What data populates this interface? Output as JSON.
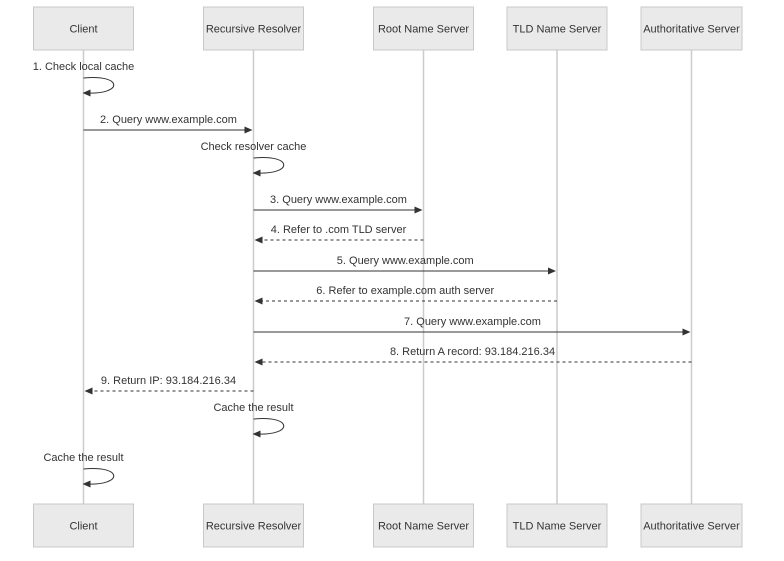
{
  "diagram": {
    "type": "sequence",
    "participants": [
      {
        "id": "client",
        "label": "Client"
      },
      {
        "id": "resolver",
        "label": "Recursive Resolver"
      },
      {
        "id": "root",
        "label": "Root Name Server"
      },
      {
        "id": "tld",
        "label": "TLD Name Server"
      },
      {
        "id": "auth",
        "label": "Authoritative Server"
      }
    ],
    "messages": [
      {
        "from": "client",
        "to": "client",
        "label": "1. Check local cache",
        "style": "solid"
      },
      {
        "from": "client",
        "to": "resolver",
        "label": "2. Query www.example.com",
        "style": "solid"
      },
      {
        "from": "resolver",
        "to": "resolver",
        "label": "Check resolver cache",
        "style": "solid"
      },
      {
        "from": "resolver",
        "to": "root",
        "label": "3. Query www.example.com",
        "style": "solid"
      },
      {
        "from": "root",
        "to": "resolver",
        "label": "4. Refer to .com TLD server",
        "style": "dashed"
      },
      {
        "from": "resolver",
        "to": "tld",
        "label": "5. Query www.example.com",
        "style": "solid"
      },
      {
        "from": "tld",
        "to": "resolver",
        "label": "6. Refer to example.com auth server",
        "style": "dashed"
      },
      {
        "from": "resolver",
        "to": "auth",
        "label": "7. Query www.example.com",
        "style": "solid"
      },
      {
        "from": "auth",
        "to": "resolver",
        "label": "8. Return A record: 93.184.216.34",
        "style": "dashed"
      },
      {
        "from": "resolver",
        "to": "client",
        "label": "9. Return IP: 93.184.216.34",
        "style": "dashed"
      },
      {
        "from": "resolver",
        "to": "resolver",
        "label": "Cache the result",
        "style": "solid"
      },
      {
        "from": "client",
        "to": "client",
        "label": "Cache the result",
        "style": "solid"
      }
    ]
  }
}
